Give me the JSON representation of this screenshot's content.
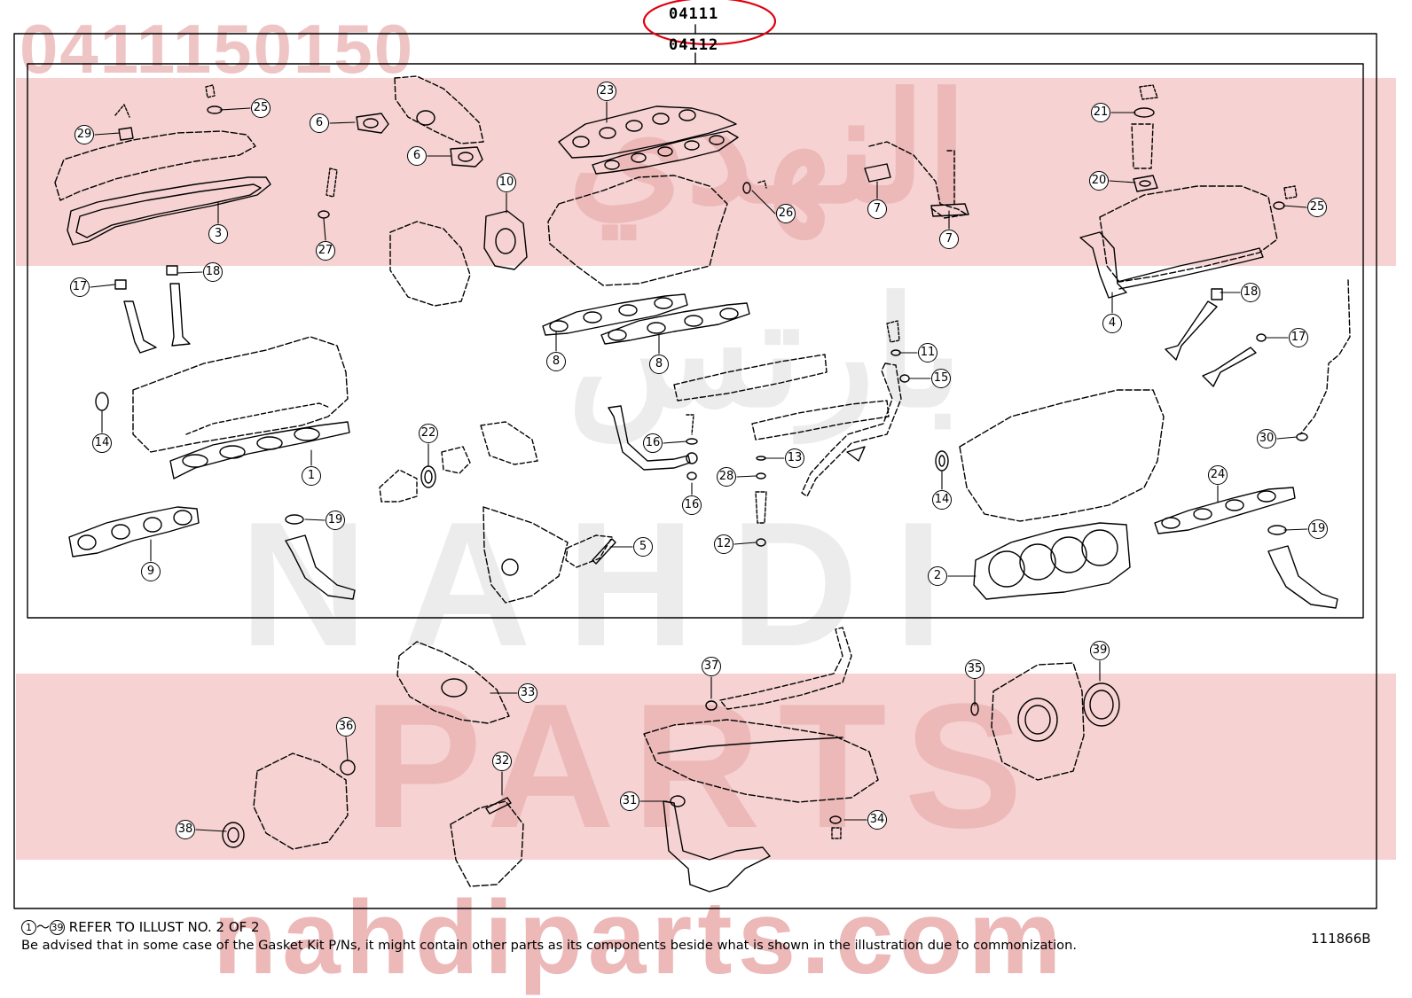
{
  "part_number_watermark": "0411150150",
  "watermark": {
    "arabic_top": "النهدي",
    "arabic_mid": "بارتس",
    "brand": "NAHDI",
    "parts": "PARTS",
    "url": "nahdiparts.com"
  },
  "kit_labels": {
    "outer": "04111",
    "inner": "04112"
  },
  "reference_code": "111866B",
  "footer": {
    "range_start": "1",
    "range_end": "39",
    "tilde": "～",
    "refer_text": "REFER TO ILLUST NO. 2 OF 2",
    "note": "Be advised that in some case of the Gasket Kit P/Ns,  it might contain other parts as its components beside what is shown in the illustration due to commonization."
  },
  "callouts": [
    {
      "label": "29"
    },
    {
      "label": "25"
    },
    {
      "label": "6"
    },
    {
      "label": "6"
    },
    {
      "label": "23"
    },
    {
      "label": "21"
    },
    {
      "label": "3"
    },
    {
      "label": "27"
    },
    {
      "label": "10"
    },
    {
      "label": "26"
    },
    {
      "label": "7"
    },
    {
      "label": "7"
    },
    {
      "label": "20"
    },
    {
      "label": "25"
    },
    {
      "label": "17"
    },
    {
      "label": "18"
    },
    {
      "label": "8"
    },
    {
      "label": "8"
    },
    {
      "label": "4"
    },
    {
      "label": "18"
    },
    {
      "label": "11"
    },
    {
      "label": "15"
    },
    {
      "label": "17"
    },
    {
      "label": "14"
    },
    {
      "label": "22"
    },
    {
      "label": "16"
    },
    {
      "label": "13"
    },
    {
      "label": "30"
    },
    {
      "label": "1"
    },
    {
      "label": "28"
    },
    {
      "label": "16"
    },
    {
      "label": "14"
    },
    {
      "label": "24"
    },
    {
      "label": "19"
    },
    {
      "label": "5"
    },
    {
      "label": "12"
    },
    {
      "label": "9"
    },
    {
      "label": "2"
    },
    {
      "label": "19"
    },
    {
      "label": "39"
    },
    {
      "label": "37"
    },
    {
      "label": "35"
    },
    {
      "label": "33"
    },
    {
      "label": "36"
    },
    {
      "label": "32"
    },
    {
      "label": "31"
    },
    {
      "label": "34"
    },
    {
      "label": "38"
    }
  ],
  "colors": {
    "watermark_band": "#f6d2d2",
    "watermark_text": "#e9b3b3",
    "highlight_ring": "#e0000f",
    "line": "#000000"
  }
}
